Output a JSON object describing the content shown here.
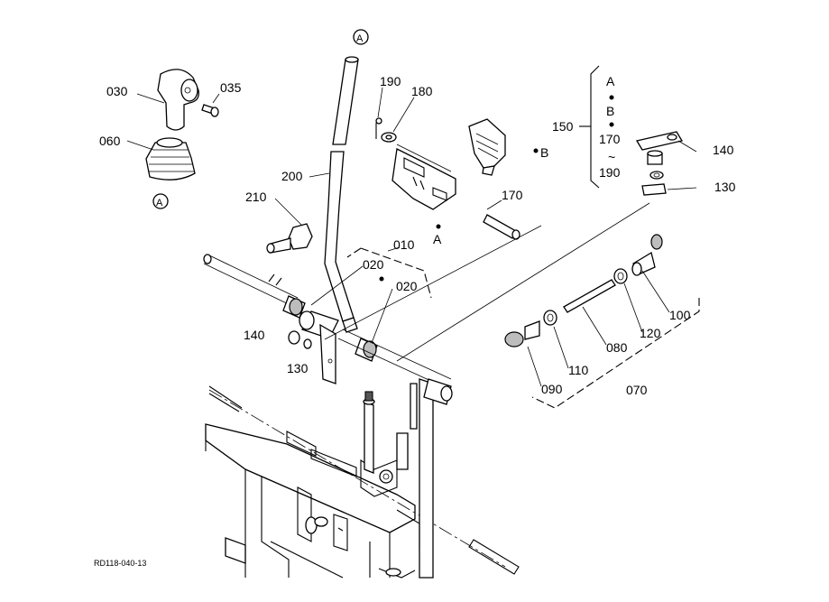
{
  "diagram": {
    "callouts": [
      {
        "id": "c030",
        "text": "030"
      },
      {
        "id": "c035",
        "text": "035"
      },
      {
        "id": "c060",
        "text": "060"
      },
      {
        "id": "cA1",
        "text": "A"
      },
      {
        "id": "cA2",
        "text": "A"
      },
      {
        "id": "c190a",
        "text": "190"
      },
      {
        "id": "c180",
        "text": "180"
      },
      {
        "id": "c200",
        "text": "200"
      },
      {
        "id": "c210",
        "text": "210"
      },
      {
        "id": "cB",
        "text": "B"
      },
      {
        "id": "c170",
        "text": "170"
      },
      {
        "id": "cA3",
        "text": "A"
      },
      {
        "id": "c010",
        "text": "010"
      },
      {
        "id": "c020a",
        "text": "020"
      },
      {
        "id": "c020b",
        "text": "020"
      },
      {
        "id": "c140a",
        "text": "140"
      },
      {
        "id": "c130a",
        "text": "130"
      },
      {
        "id": "c150",
        "text": "150"
      },
      {
        "id": "c140b",
        "text": "140"
      },
      {
        "id": "c130b",
        "text": "130"
      },
      {
        "id": "c100",
        "text": "100"
      },
      {
        "id": "c120",
        "text": "120"
      },
      {
        "id": "c080",
        "text": "080"
      },
      {
        "id": "c110",
        "text": "110"
      },
      {
        "id": "c090",
        "text": "090"
      },
      {
        "id": "c070",
        "text": "070"
      }
    ],
    "legend_group": {
      "items": [
        "A",
        "B",
        "170",
        "~",
        "190"
      ]
    },
    "drawing_id": "RD118-040-13"
  }
}
